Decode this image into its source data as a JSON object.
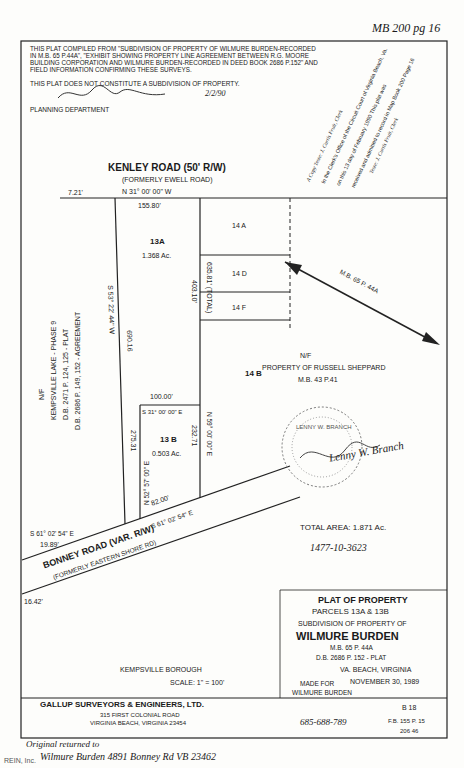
{
  "diagram": {
    "labels": [
      "MB 200 pg 16",
      "THIS PLAT COMPILED FROM \"SUBDIVISION OF PROPERTY OF WILMURE BURDEN-RECORDED IN M.B. 65 P.44A\", \"EXHIBIT SHOWING PROPERTY LINE AGREEMENT BETWEEN R.G. MOORE BUILDING CORPORATION AND WILMURE BURDEN-RECORDED IN DEED BOOK 2686 P.152\" AND FIELD INFORMATION CONFIRMING THESE SURVEYS.",
      "THIS PLAT DOES NOT CONSTITUTE A SUBDIVISION OF PROPERTY.",
      "2/2/90",
      "PLANNING DEPARTMENT",
      "KENLEY ROAD (50' R/W)",
      "(FORMERLY EWELL ROAD)",
      "7.21'",
      "N 31° 00' 00\" W",
      "155.80'",
      "14 A",
      "13A",
      "1.368 Ac.",
      "14 D",
      "403.10'",
      "635.81' (TOTAL)",
      "14 F",
      "14 B",
      "S 53° 22' 44\" W",
      "690.16",
      "N/F",
      "KEMPSVILLE LAKE - PHASE 9",
      "D.B. 2471 P. 124, 125 - PLAT",
      "D.B. 2686 P. 149, 152 - AGREEMENT",
      "N/F",
      "PROPERTY OF RUSSELL SHEPPARD",
      "M.B. 43 P.41",
      "M.B. 65 P. 44A",
      "100.00'",
      "S 31° 00' 00\" E",
      "275.31",
      "N 52° 57' 00\" E",
      "13 B",
      "0.503 Ac.",
      "232.71",
      "N 59° 00' 00\" E",
      "S 61° 02' 54\" E",
      "19.89'",
      "16.42'",
      "82.00'",
      "S 61° 02' 54\" E",
      "BONNEY ROAD (VAR. R/W)",
      "(FORMERLY EASTERN SHORE RD)",
      "TOTAL AREA: 1.871 Ac.",
      "1477-10-3623",
      "A Copy Teste: J. Curtis Fruit, Clerk",
      "In the Clerk's Office of the Circuit Court of Virginia Beach, Va.",
      "on this 13 day of February 1990 This plat was",
      "received and admitted to record in Map Book 200 Page 16",
      "Teste: J. Curtis Fruit, Clerk",
      "LENNY W. BRANCH",
      "Lenny W. Branch",
      "PLAT OF PROPERTY",
      "PARCELS 13A & 13B",
      "SUBDIVISION OF PROPERTY OF",
      "WILMURE BURDEN",
      "M.B. 65 P. 44A",
      "D.B. 2686 P. 152 - PLAT",
      "KEMPSVILLE BOROUGH",
      "VA. BEACH, VIRGINIA",
      "SCALE: 1\" = 100'",
      "NOVEMBER 30, 1989",
      "MADE FOR",
      "WILMURE BURDEN",
      "GALLUP SURVEYORS & ENGINEERS, LTD.",
      "315 FIRST COLONIAL ROAD",
      "VIRGINIA BEACH, VIRGINIA 23454",
      "685-688-789",
      "B 18",
      "F.B. 155 P. 15",
      "206 46",
      "Original returned to",
      "Wilmure Burden 4891 Bonney Rd VB 23462",
      "REIN, Inc."
    ]
  }
}
